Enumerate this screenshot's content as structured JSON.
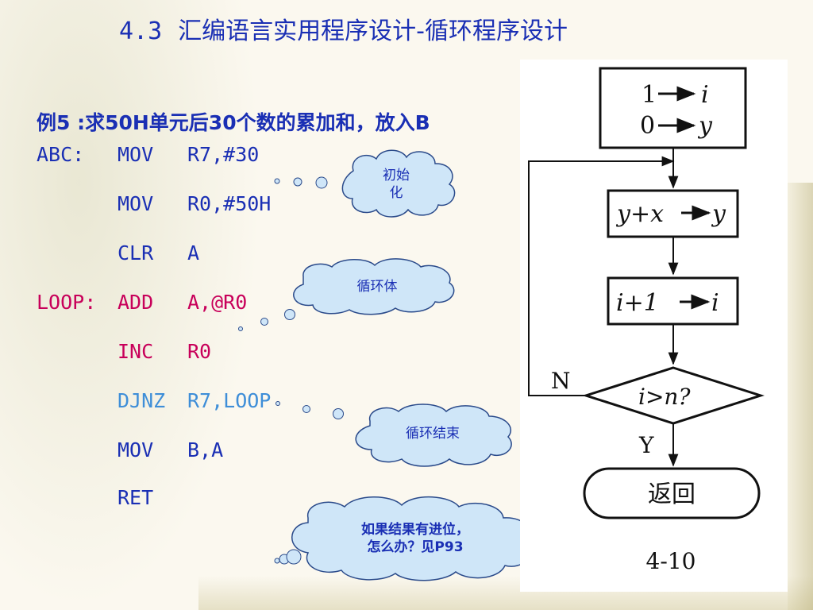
{
  "title": {
    "number": "4.3",
    "text": "汇编语言实用程序设计-循环程序设计"
  },
  "example": "例5 :求50H单元后30个数的累加和，放入B",
  "code": [
    {
      "label": "ABC:",
      "op": "MOV",
      "args": "R7,#30"
    },
    {
      "label": "",
      "op": "MOV",
      "args": "R0,#50H"
    },
    {
      "label": "",
      "op": "CLR",
      "args": "A"
    },
    {
      "label": "LOOP:",
      "op": "ADD",
      "args": "A,@R0"
    },
    {
      "label": "",
      "op": "INC",
      "args": "R0"
    },
    {
      "label": "",
      "op": "DJNZ",
      "args": "R7,LOOP"
    },
    {
      "label": "",
      "op": "MOV",
      "args": "B,A"
    },
    {
      "label": "",
      "op": "RET",
      "args": ""
    }
  ],
  "clouds": {
    "init_line1": "初始",
    "init_line2": "化",
    "body": "循环体",
    "end": "循环结束",
    "carry_line1": "如果结果有进位，",
    "carry_line2": "怎么办？见P93"
  },
  "flowchart": {
    "init_row1_left": "1",
    "init_row1_right": "i",
    "init_row2_left": "0",
    "init_row2_right": "y",
    "sum_left": "y+x",
    "sum_right": "y",
    "inc_left": "i+1",
    "inc_right": "i",
    "decision": "i>n?",
    "no_label": "N",
    "yes_label": "Y",
    "end": "返回",
    "figure_number": "4-10"
  },
  "colors": {
    "title_blue": "#1a2fb4",
    "label_red": "#c8005a",
    "light_blue": "#3e8ed8",
    "cloud_fill": "#cfe6f8"
  }
}
